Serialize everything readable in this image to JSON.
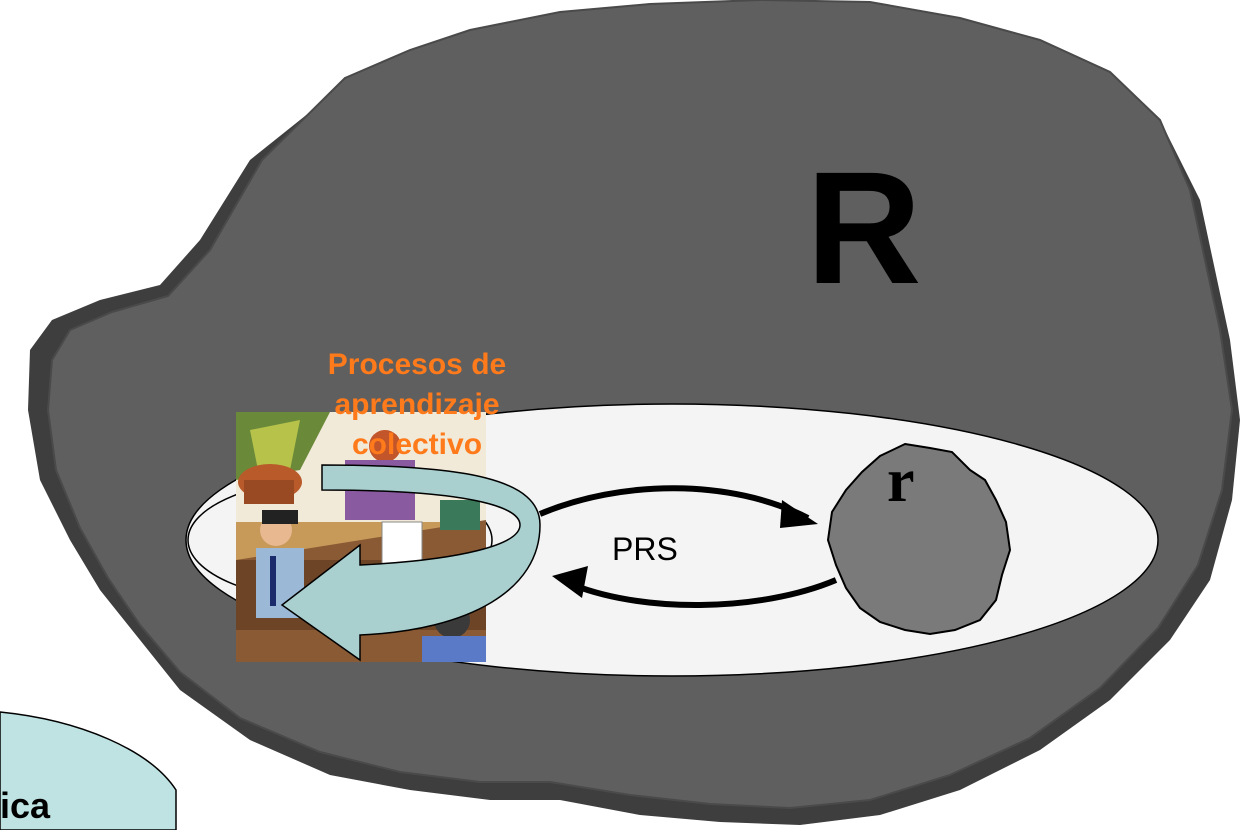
{
  "diagram": {
    "outer_region_label": "R",
    "inner_region_label": "r",
    "cycle_label": "PRS",
    "process_label_lines": [
      "Procesos de",
      "aprendizaje",
      "colectivo"
    ],
    "partial_label": "ica",
    "colors": {
      "outer_region": "#5f5f5f",
      "outer_region_side": "#3e3e3e",
      "plane": "#f4f4f4",
      "inner_region": "#7a7a7a",
      "process_text": "#ff7a1a",
      "loop_arrow": "#a9cfcf",
      "partial_bubble": "#bfe3e3"
    },
    "icons": [
      "meeting-clipart",
      "circular-arrow"
    ]
  }
}
